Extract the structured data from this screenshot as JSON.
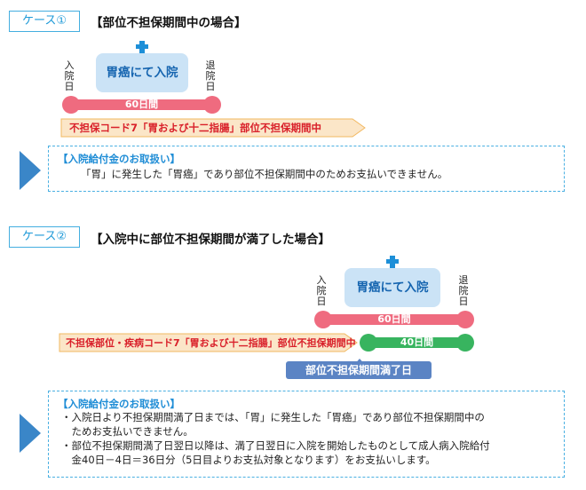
{
  "case1": {
    "tag": "ケース①",
    "title": "【部位不担保期間中の場合】",
    "admission_label": "入院日",
    "discharge_label": "退院日",
    "hospital_label": "胃癌にて入院",
    "stay_label": "60日間",
    "exclusion_label": "不担保コード7「胃および十二指腸」部位不担保期間中",
    "note": {
      "heading": "【入院給付金のお取扱い】",
      "lines": [
        "「胃」に発生した「胃癌」であり部位不担保期間中のためお支払いできません。"
      ]
    }
  },
  "case2": {
    "tag": "ケース②",
    "title": "【入院中に部位不担保期間が満了した場合】",
    "admission_label": "入院日",
    "discharge_label": "退院日",
    "hospital_label": "胃癌にて入院",
    "stay_label": "60日間",
    "covered_label": "40日間",
    "exclusion_label": "不担保部位・疾病コード7「胃および十二指腸」部位不担保期間中",
    "expiry_label": "部位不担保期間満了日",
    "note": {
      "heading": "【入院給付金のお取扱い】",
      "lines": [
        "・入院日より不担保期間満了日までは、「胃」に発生した「胃癌」であり部位不担保期間中の",
        "　ためお支払いできません。",
        "・部位不担保期間満了日翌日以降は、満了日翌日に入院を開始したものとして成人病入院給付",
        "　金40日－4日＝36日分（5日目よりお支払対象となります）をお支払いします。"
      ]
    }
  },
  "colors": {
    "accent_blue": "#1f9ad8",
    "stay_pink": "#ef6b7f",
    "covered_green": "#38b45f",
    "exclusion_orange": "#fbe6c8",
    "exclusion_text": "#d9202a"
  }
}
